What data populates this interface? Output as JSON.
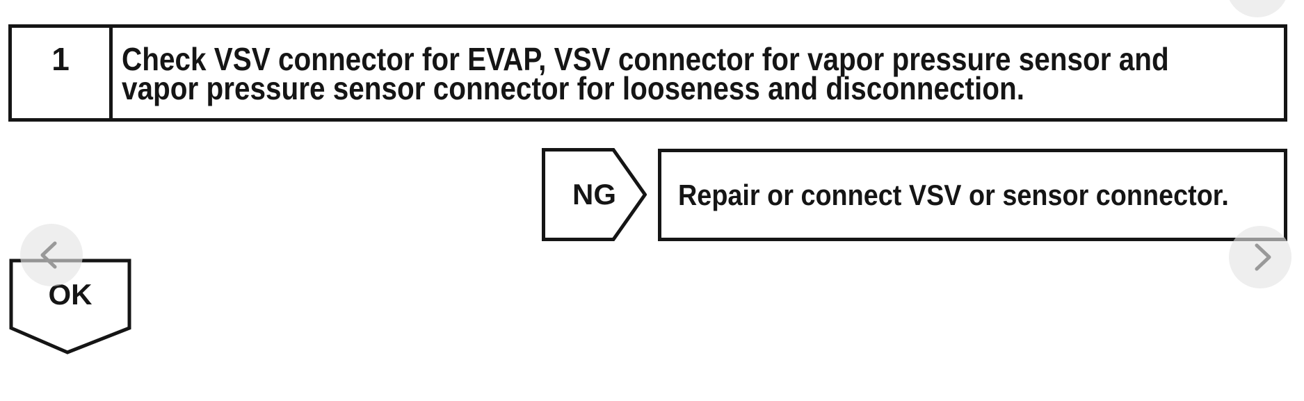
{
  "flowchart": {
    "background": "#ffffff",
    "ink_color": "#151515",
    "step": {
      "number": "1",
      "instruction_lines": [
        "Check VSV connector for EVAP, VSV connector for vapor pressure sensor and",
        "vapor pressure sensor connector for looseness and disconnection."
      ]
    },
    "ng_branch": {
      "label": "NG",
      "action": "Repair or connect VSV or sensor connector."
    },
    "ok_branch": {
      "label": "OK"
    }
  },
  "viewer": {
    "prev_button_icon": "chevron-left",
    "next_button_icon": "chevron-right",
    "circle_color": "#ededed",
    "chevron_color": "#999999"
  }
}
